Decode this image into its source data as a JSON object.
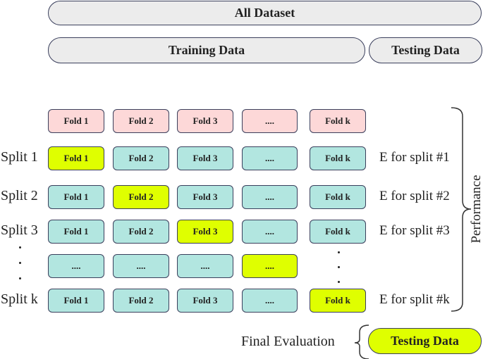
{
  "header": {
    "all_dataset": "All Dataset",
    "training_data": "Training Data",
    "testing_data": "Testing Data"
  },
  "colors": {
    "header_fold": "#fdd8d8",
    "train_fold": "#b2e6e0",
    "test_fold": "#dfff00",
    "pill": "#ececec",
    "border": "#3a3f5c"
  },
  "fold_header": [
    "Fold 1",
    "Fold 2",
    "Fold 3",
    "....",
    "Fold k"
  ],
  "splits": [
    {
      "label": "Split 1",
      "folds": [
        "Fold 1",
        "Fold 2",
        "Fold 3",
        "....",
        "Fold k"
      ],
      "test_index": 0,
      "evaluation": "E for split #1"
    },
    {
      "label": "Split 2",
      "folds": [
        "Fold 1",
        "Fold 2",
        "Fold 3",
        "....",
        "Fold k"
      ],
      "test_index": 1,
      "evaluation": "E for split #2"
    },
    {
      "label": "Split 3",
      "folds": [
        "Fold 1",
        "Fold 2",
        "Fold 3",
        "....",
        "Fold k"
      ],
      "test_index": 2,
      "evaluation": "E for split #3"
    },
    {
      "label": "",
      "folds": [
        "....",
        "....",
        "....",
        "...."
      ],
      "test_index": 3,
      "evaluation": ""
    },
    {
      "label": "Split k",
      "folds": [
        "Fold 1",
        "Fold 2",
        "Fold 3",
        "....",
        "Fold k"
      ],
      "test_index": 4,
      "evaluation": "E for split #k"
    }
  ],
  "performance_label": "Performance",
  "final": {
    "label": "Final Evaluation",
    "testing_data": "Testing Data"
  }
}
